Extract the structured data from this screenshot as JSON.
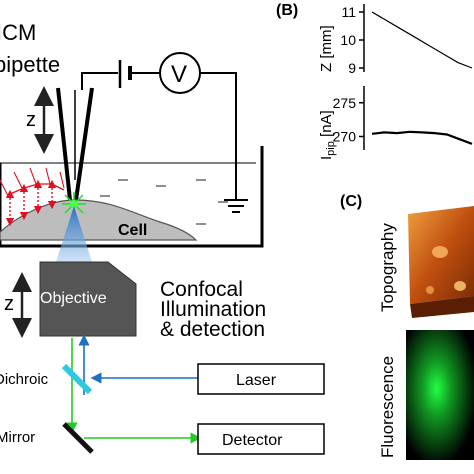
{
  "panel_a": {
    "title_line1": "ICM",
    "title_line2": "pipette",
    "z_label": "z",
    "voltmeter_symbol": "V",
    "cell_label": "Cell",
    "objective_label": "Objective",
    "objective_z_label": "z",
    "confocal_line1": "Confocal",
    "confocal_line2": "Illumination",
    "confocal_line3": "& detection",
    "dichroic_label": "Dichroic",
    "mirror_label": "Mirror",
    "laser_label": "Laser",
    "detector_label": "Detector",
    "colors": {
      "medium_red": "#e01020",
      "beam_blue": "#1f6fc4",
      "beam_green": "#22cc22",
      "dichroic_cyan": "#30c8e0",
      "cell_gray": "#bdbdbd"
    }
  },
  "panel_b": {
    "label": "(B)",
    "z_axis_label": "Z [mm]",
    "z_ticks": [
      "11",
      "10",
      "9"
    ],
    "i_axis_label": "I",
    "i_axis_subscript": "pip",
    "i_axis_unit": " [nA]",
    "i_ticks": [
      "275",
      "270"
    ]
  },
  "panel_c": {
    "label": "(C)",
    "topography_label": "Topography",
    "fluorescence_label": "Fluorescence",
    "colors": {
      "topography_orange": "#d2691e",
      "fluorescence_green": "#22ff44"
    }
  },
  "chart_data": [
    {
      "type": "line",
      "ylabel": "Z [mm]",
      "yticks": [
        11,
        10,
        9
      ],
      "ylim": [
        9,
        11
      ],
      "series": [
        {
          "values": [
            11,
            10.7,
            10.4,
            10.1,
            9.8,
            9.5,
            9.2,
            9.0
          ]
        }
      ]
    },
    {
      "type": "line",
      "ylabel": "I pip [nA]",
      "yticks": [
        275,
        270
      ],
      "ylim": [
        268,
        276
      ],
      "series": [
        {
          "values": [
            270.4,
            270.6,
            270.5,
            270.7,
            270.6,
            270.5,
            270.3,
            269.6,
            268.9
          ]
        }
      ]
    }
  ]
}
